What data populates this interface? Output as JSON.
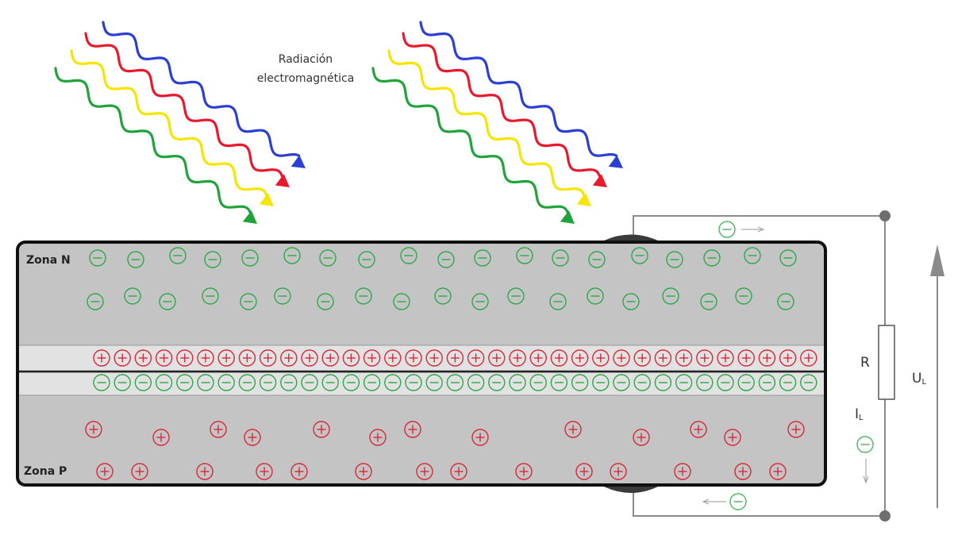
{
  "title": {
    "line1": "Radiación",
    "line2": "electromagnética"
  },
  "zones": {
    "n": "Zona N",
    "p": "Zona P"
  },
  "circuit": {
    "resistor": "R",
    "voltage": "U",
    "voltage_sub": "L",
    "current": "I",
    "current_sub": "L"
  },
  "colors": {
    "blue": "#2b3fd0",
    "red": "#e8192c",
    "yellow": "#f5e500",
    "green": "#1fa33a",
    "electron": "#2ea84a",
    "hole": "#d8283a",
    "body": "#c4c4c5",
    "band": "#e2e2e2"
  }
}
